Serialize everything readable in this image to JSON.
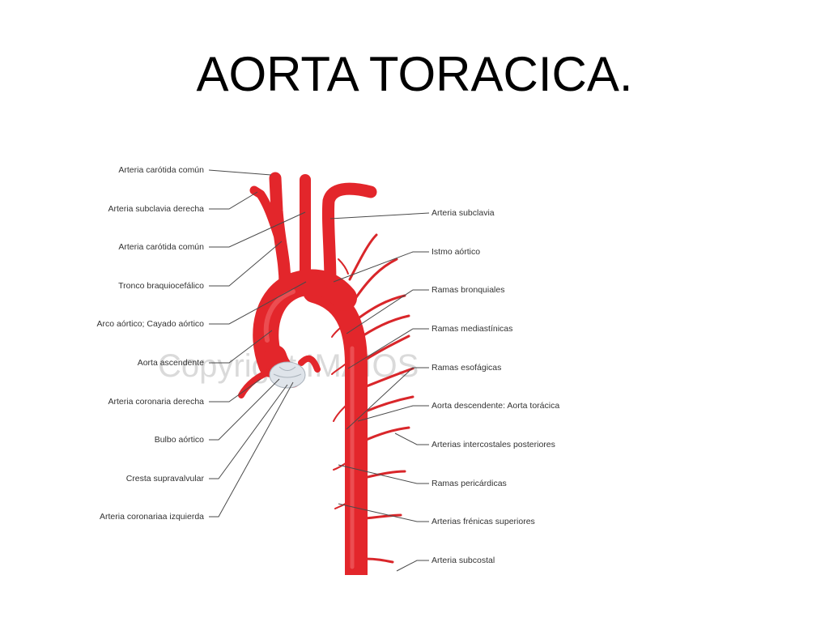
{
  "title": "AORTA TORACICA.",
  "watermark": "Copyright IMAIOS",
  "labels_left": [
    "Arteria carótida común",
    "Arteria subclavia derecha",
    "Arteria carótida común",
    "Tronco braquiocefálico",
    "Arco aórtico; Cayado aórtico",
    "Aorta ascendente",
    "Arteria coronaria derecha",
    "Bulbo aórtico",
    "Cresta supravalvular",
    "Arteria coronariaa izquierda"
  ],
  "labels_right": [
    "Arteria subclavia",
    "Istmo aórtico",
    "Ramas bronquiales",
    "Ramas mediastínicas",
    "Ramas esofágicas",
    "Aorta descendente: Aorta torácica",
    "Arterias intercostales posteriores",
    "Ramas pericárdicas",
    "Arterias frénicas superiores",
    "Arteria subcostal"
  ],
  "colors": {
    "vessel": "#e3262b",
    "text": "#333333",
    "background": "#ffffff"
  }
}
